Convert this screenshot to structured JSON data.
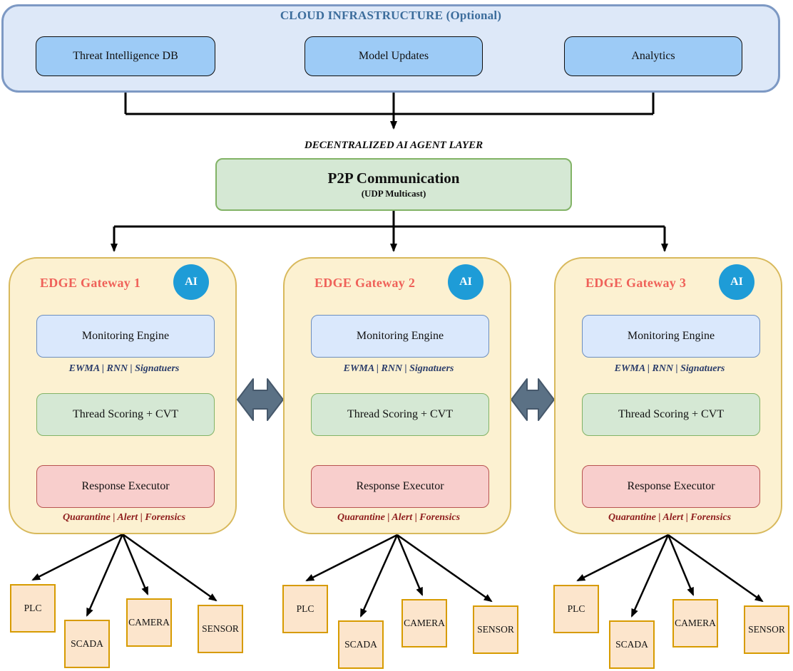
{
  "cloud": {
    "title": "CLOUD INFRASTRUCTURE (Optional)",
    "nodes": [
      {
        "label": "Threat Intelligence DB"
      },
      {
        "label": "Model Updates"
      },
      {
        "label": "Analytics"
      }
    ]
  },
  "agent_layer": {
    "label": "DECENTRALIZED AI AGENT LAYER"
  },
  "p2p": {
    "title": "P2P Communication",
    "subtitle": "(UDP Multicast)"
  },
  "gateways": [
    {
      "title": "EDGE Gateway 1",
      "badge": "AI",
      "monitoring_engine": "Monitoring Engine",
      "monitoring_caption": "EWMA | RNN | Signatuers",
      "threat_scoring": "Thread Scoring + CVT",
      "response_executor": "Response Executor",
      "response_caption": "Quarantine | Alert | Forensics",
      "devices": [
        "PLC",
        "SCADA",
        "CAMERA",
        "SENSOR"
      ]
    },
    {
      "title": "EDGE Gateway 2",
      "badge": "AI",
      "monitoring_engine": "Monitoring Engine",
      "monitoring_caption": "EWMA | RNN | Signatuers",
      "threat_scoring": "Thread Scoring + CVT",
      "response_executor": "Response Executor",
      "response_caption": "Quarantine | Alert | Forensics",
      "devices": [
        "PLC",
        "SCADA",
        "CAMERA",
        "SENSOR"
      ]
    },
    {
      "title": "EDGE Gateway 3",
      "badge": "AI",
      "monitoring_engine": "Monitoring Engine",
      "monitoring_caption": "EWMA | RNN | Signatuers",
      "threat_scoring": "Thread Scoring + CVT",
      "response_executor": "Response Executor",
      "response_caption": "Quarantine | Alert | Forensics",
      "devices": [
        "PLC",
        "SCADA",
        "CAMERA",
        "SENSOR"
      ]
    }
  ],
  "colors": {
    "cloud_fill": "#dde8f8",
    "cloud_border": "#7d99c4",
    "cloud_title": "#3c6d9c",
    "cloud_node_fill": "#9dcbf6",
    "p2p_fill": "#d5e8d4",
    "p2p_border": "#82b366",
    "gateway_fill": "#fcf1d1",
    "gateway_border": "#d8b95c",
    "gateway_title": "#ef6159",
    "ai_badge_fill": "#1e9cd7",
    "monitoring_fill": "#dae8fc",
    "monitoring_border": "#6c8ebf",
    "scoring_fill": "#d5e8d4",
    "scoring_border": "#82b366",
    "executor_fill": "#f8cecc",
    "executor_border": "#b85450",
    "monitoring_caption_color": "#2b3d6b",
    "response_caption_color": "#8e1c1c",
    "device_fill": "#fce5cc",
    "device_border": "#d79b00",
    "sync_arrow_fill": "#5b7185",
    "sync_arrow_border": "#46586b",
    "connector_color": "#000000"
  }
}
